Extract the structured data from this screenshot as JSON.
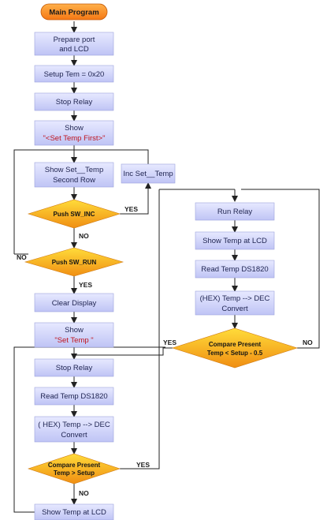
{
  "start": {
    "label": "Main Program"
  },
  "steps": {
    "prepare_port": [
      "Prepare port",
      "and LCD"
    ],
    "setup_tem": "Setup Tem = 0x20",
    "stop_relay_1": "Stop Relay",
    "show_first": {
      "line1": "Show",
      "line2": "\"<Set Temp First>\""
    },
    "show_set_temp": [
      "Show Set__Temp",
      "Second Row"
    ],
    "inc_set_temp": "Inc Set__Temp",
    "clear_display": "Clear Display",
    "show_set": {
      "line1": "Show",
      "line2": "\"Set Temp \""
    },
    "stop_relay_2": "Stop Relay",
    "read_temp_1": "Read Temp DS1820",
    "convert_1": [
      "( HEX)  Temp --> DEC",
      "Convert"
    ],
    "show_lcd_1": "Show Temp at LCD",
    "run_relay": "Run Relay",
    "show_lcd_2": "Show Temp at LCD",
    "read_temp_2": "Read Temp DS1820",
    "convert_2": [
      "(HEX)  Temp --> DEC",
      "Convert"
    ]
  },
  "decisions": {
    "push_inc": "Push SW_INC",
    "push_run": "Push SW_RUN",
    "compare_gt": [
      "Compare Present",
      "Temp > Setup"
    ],
    "compare_lt": [
      "Compare Present",
      "Temp < Setup - 0.5"
    ]
  },
  "labels": {
    "yes": "YES",
    "no": "NO"
  }
}
